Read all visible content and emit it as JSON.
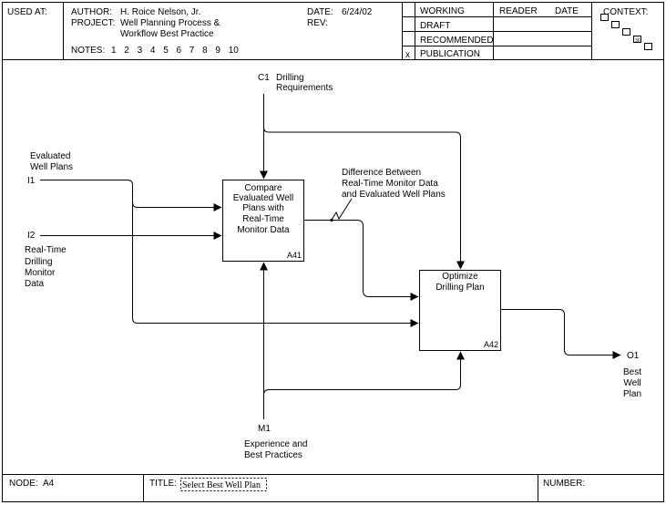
{
  "header": {
    "used_at_label": "USED AT:",
    "author_label": "AUTHOR:",
    "author": "H. Roice Nelson, Jr.",
    "project_label": "PROJECT:",
    "project_line1": "Well Planning Process &",
    "project_line2": "Workflow Best Practice",
    "notes_label": "NOTES:",
    "notes": [
      "1",
      "2",
      "3",
      "4",
      "5",
      "6",
      "7",
      "8",
      "9",
      "10"
    ],
    "date_label": "DATE:",
    "date": "6/24/02",
    "rev_label": "REV:",
    "status": [
      {
        "label": "WORKING",
        "marked": ""
      },
      {
        "label": "DRAFT",
        "marked": ""
      },
      {
        "label": "RECOMMENDED",
        "marked": ""
      },
      {
        "label": "PUBLICATION",
        "marked": "x"
      }
    ],
    "reader_label": "READER",
    "reader_date_label": "DATE",
    "context_label": "CONTEXT:",
    "context_box_label": "30"
  },
  "diagram": {
    "boxes": [
      {
        "id": "A41",
        "lines": [
          "Compare",
          "Evaluated Well",
          "Plans with",
          "Real-Time",
          "Monitor Data"
        ]
      },
      {
        "id": "A42",
        "lines": [
          "Optimize",
          "Drilling Plan"
        ]
      }
    ],
    "control": {
      "code": "C1",
      "lines": [
        "Drilling",
        "Requirements"
      ]
    },
    "inputs": [
      {
        "code": "I1",
        "lines": [
          "Evaluated",
          "Well Plans"
        ]
      },
      {
        "code": "I2",
        "lines": [
          "Real-Time",
          "Drilling",
          "Monitor",
          "Data"
        ]
      }
    ],
    "mechanism": {
      "code": "M1",
      "lines": [
        "Experience and",
        "Best Practices"
      ]
    },
    "output": {
      "code": "O1",
      "lines": [
        "Best",
        "Well",
        "Plan"
      ]
    },
    "internal_arrow_label": [
      "Difference Between",
      "Real-Time Monitor Data",
      "and Evaluated Well Plans"
    ]
  },
  "footer": {
    "node_label": "NODE:",
    "node": "A4",
    "title_label": "TITLE:",
    "title": "Select Best Well Plan",
    "number_label": "NUMBER:"
  }
}
